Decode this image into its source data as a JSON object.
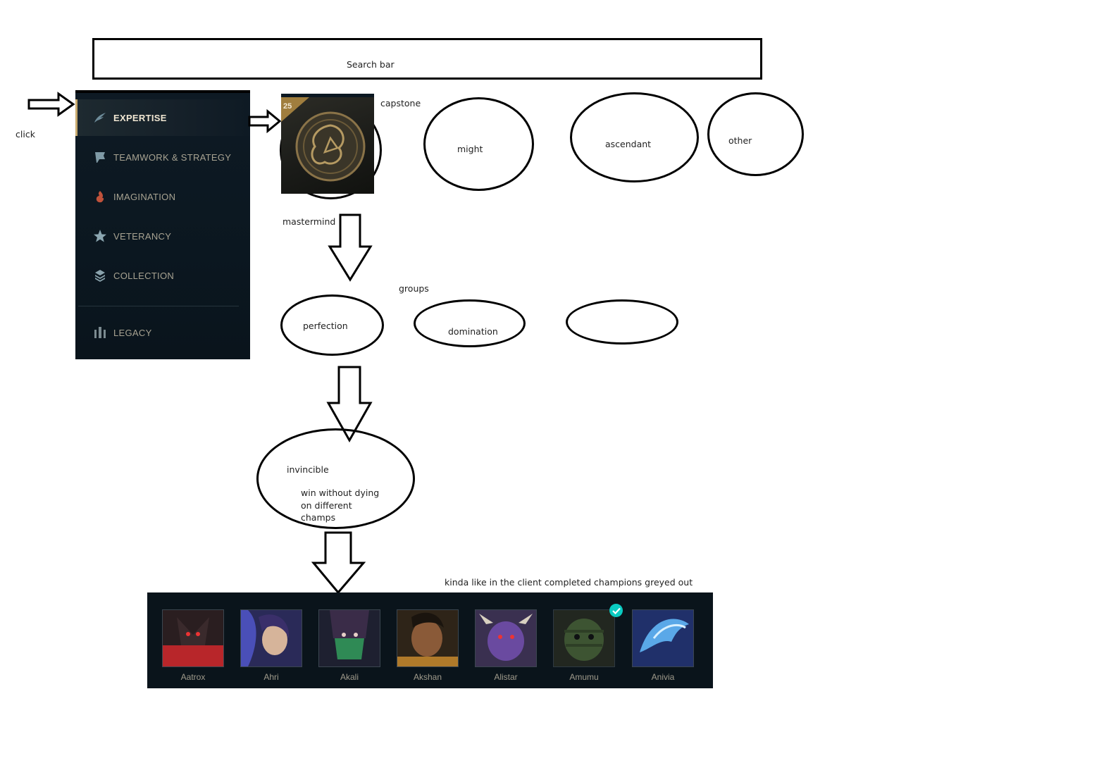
{
  "search": {
    "label": "Search bar"
  },
  "notes": {
    "click": "click",
    "capstone": "capstone",
    "mastermind": "mastermind",
    "groups": "groups",
    "client_note": "kinda like in the client completed champions greyed out"
  },
  "sidebar": {
    "items": [
      {
        "label": "EXPERTISE",
        "icon": "wing-icon",
        "active": true
      },
      {
        "label": "TEAMWORK & STRATEGY",
        "icon": "flag-icon",
        "active": false
      },
      {
        "label": "IMAGINATION",
        "icon": "flame-icon",
        "active": false
      },
      {
        "label": "VETERANCY",
        "icon": "star-icon",
        "active": false
      },
      {
        "label": "COLLECTION",
        "icon": "layers-icon",
        "active": false
      },
      {
        "label": "LEGACY",
        "icon": "pillars-icon",
        "active": false
      }
    ]
  },
  "capstone_tile": {
    "level": "25",
    "emblem": "triskelion-emblem-icon"
  },
  "categories": {
    "might": "might",
    "ascendant": "ascendant",
    "other": "other"
  },
  "groups": {
    "perfection": "perfection",
    "domination": "domination",
    "empty": ""
  },
  "challenge": {
    "title": "invincible",
    "desc_line1": "win without dying",
    "desc_line2": "on different",
    "desc_line3": "champs"
  },
  "champions": [
    {
      "name": "Aatrox",
      "completed": false,
      "color": "#b8262a"
    },
    {
      "name": "Ahri",
      "completed": false,
      "color": "#4a4fb8"
    },
    {
      "name": "Akali",
      "completed": false,
      "color": "#2f8a55"
    },
    {
      "name": "Akshan",
      "completed": false,
      "color": "#b07a2a"
    },
    {
      "name": "Alistar",
      "completed": false,
      "color": "#6a4aa0"
    },
    {
      "name": "Amumu",
      "completed": true,
      "color": "#4f6a3a"
    },
    {
      "name": "Anivia",
      "completed": false,
      "color": "#5aa8e8"
    }
  ],
  "colors": {
    "gold": "#c8aa6e",
    "checkmark": "#0acbc2",
    "panel": "#0a141b"
  }
}
